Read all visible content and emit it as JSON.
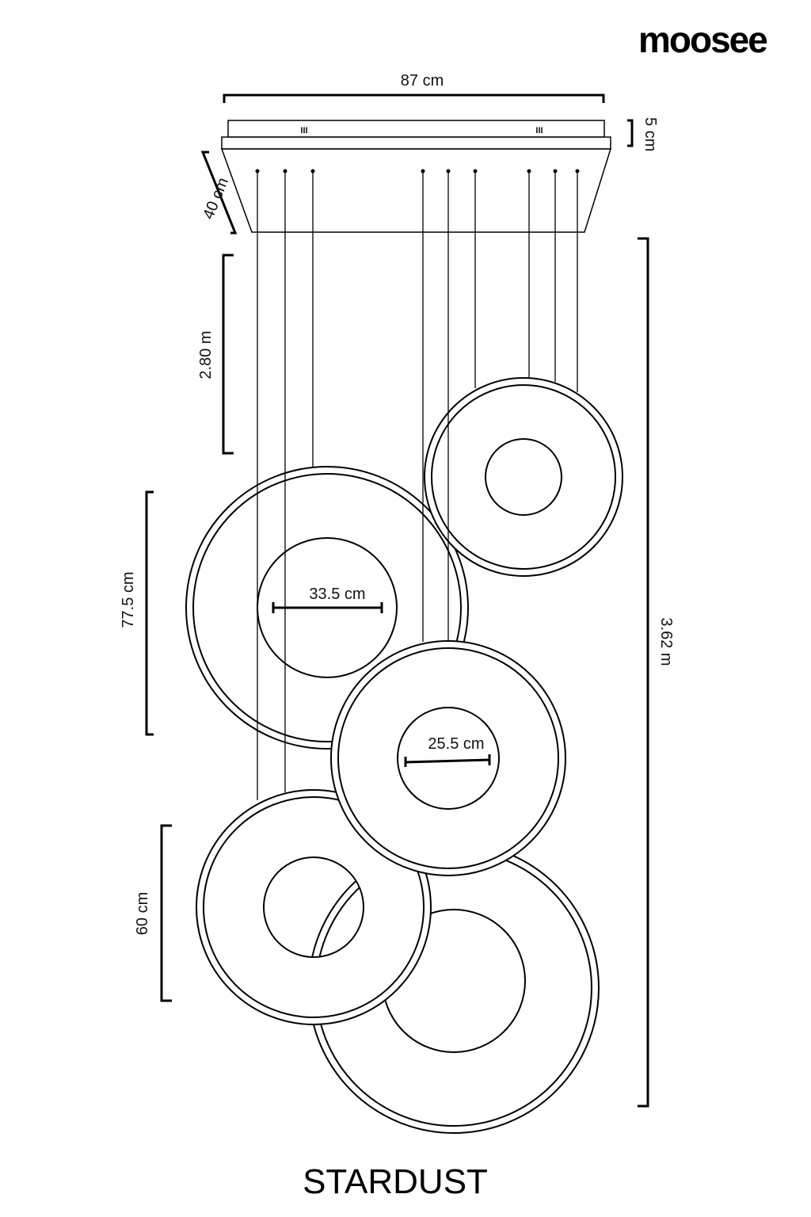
{
  "brand": "moosee",
  "product_name": "STARDUST",
  "dimensions": {
    "width": "87 cm",
    "canopy_height": "5 cm",
    "depth": "40 cm",
    "cable_length": "2.80 m",
    "total_height": "3.62 m",
    "large_ring": "77.5 cm",
    "small_ring": "60 cm",
    "inner_large": "33.5 cm",
    "inner_small": "25.5 cm"
  },
  "canopy_marks": [
    "III",
    "III"
  ]
}
